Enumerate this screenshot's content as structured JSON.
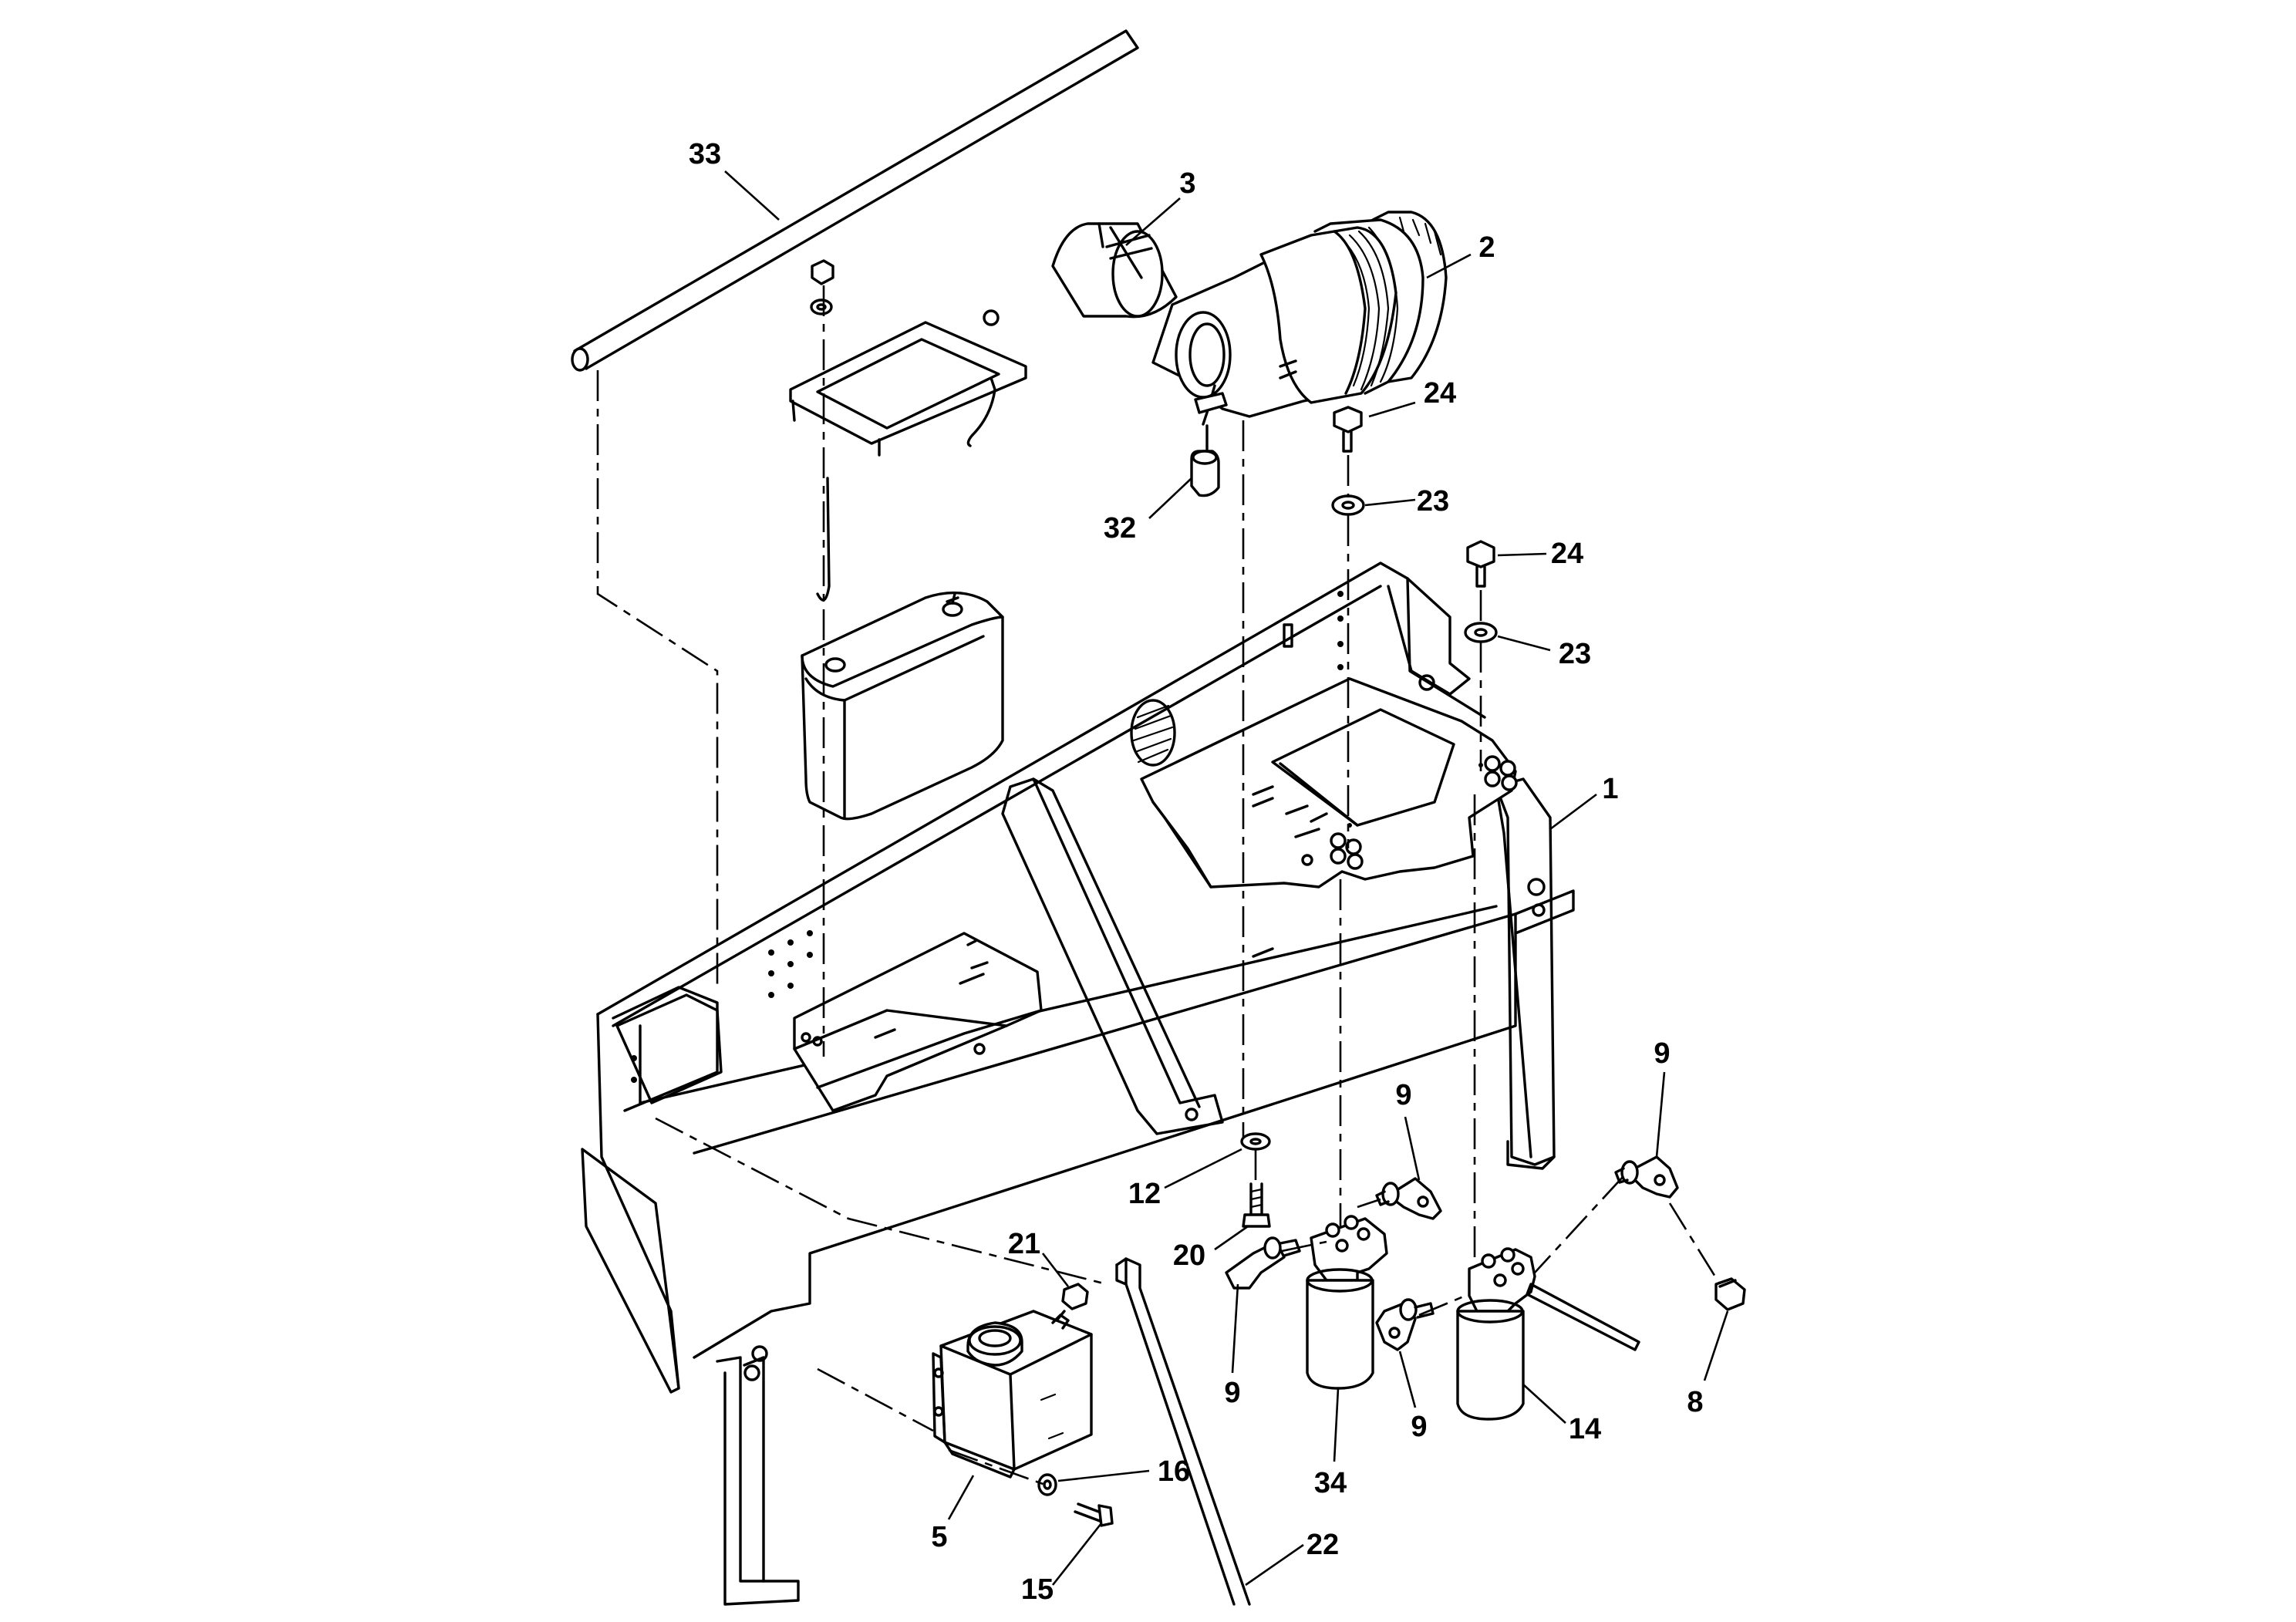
{
  "callouts": [
    {
      "id": "c33",
      "label": "33"
    },
    {
      "id": "c3",
      "label": "3"
    },
    {
      "id": "c2",
      "label": "2"
    },
    {
      "id": "c24a",
      "label": "24"
    },
    {
      "id": "c23a",
      "label": "23"
    },
    {
      "id": "c32",
      "label": "32"
    },
    {
      "id": "c24b",
      "label": "24"
    },
    {
      "id": "c23b",
      "label": "23"
    },
    {
      "id": "c1",
      "label": "1"
    },
    {
      "id": "c9a",
      "label": "9"
    },
    {
      "id": "c9b",
      "label": "9"
    },
    {
      "id": "c12",
      "label": "12"
    },
    {
      "id": "c20",
      "label": "20"
    },
    {
      "id": "c21",
      "label": "21"
    },
    {
      "id": "c9c",
      "label": "9"
    },
    {
      "id": "c34",
      "label": "34"
    },
    {
      "id": "c9d",
      "label": "9"
    },
    {
      "id": "c14",
      "label": "14"
    },
    {
      "id": "c8",
      "label": "8"
    },
    {
      "id": "c16",
      "label": "16"
    },
    {
      "id": "c5",
      "label": "5"
    },
    {
      "id": "c22",
      "label": "22"
    },
    {
      "id": "c15",
      "label": "15"
    }
  ]
}
